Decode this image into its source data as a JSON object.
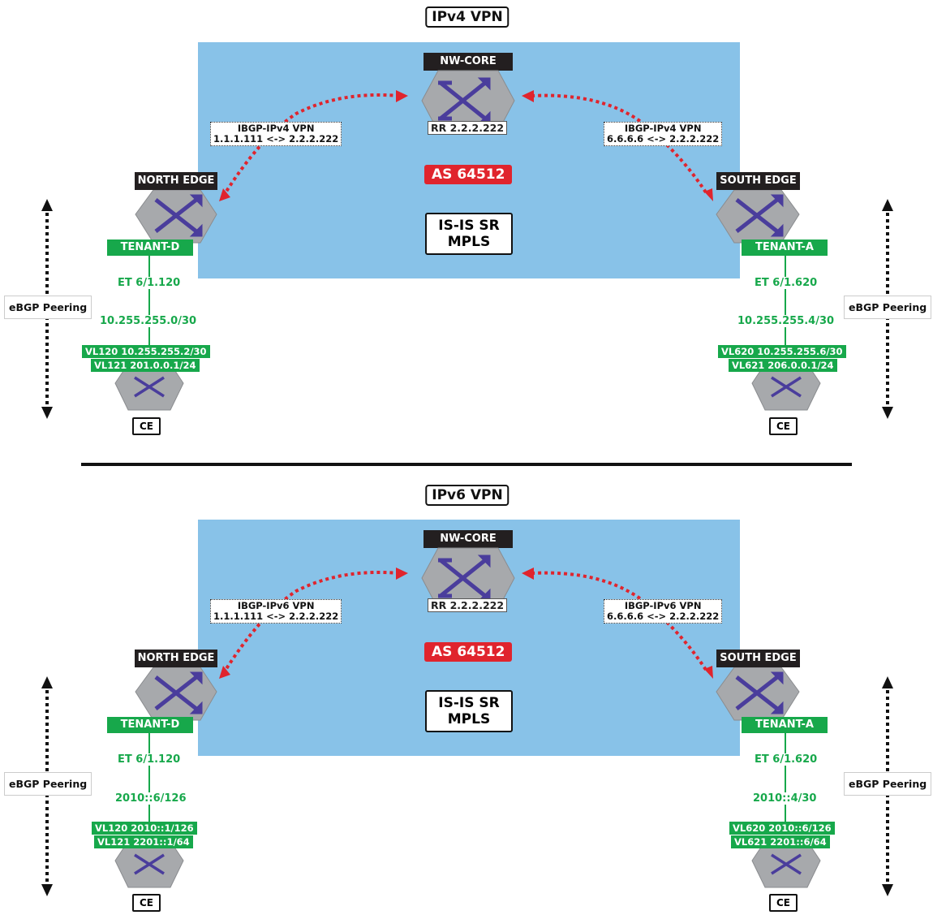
{
  "sections": [
    {
      "title": "IPv4 VPN",
      "core_label": "NW-CORE",
      "rr_label": "RR 2.2.2.222",
      "as_label": "AS 64512",
      "isis_line1": "IS-IS SR",
      "isis_line2": "MPLS",
      "north": {
        "label": "NORTH EDGE",
        "tenant": "TENANT-D",
        "interface": "ET 6/1.120",
        "subnet": "10.255.255.0/30",
        "vlan1": "VL120 10.255.255.2/30",
        "vlan2": "VL121 201.0.0.1/24",
        "ibgp_line1": "IBGP-IPv4 VPN",
        "ibgp_line2": "1.1.1.111 <-> 2.2.2.222",
        "ebgp": "eBGP Peering",
        "ce": "CE"
      },
      "south": {
        "label": "SOUTH EDGE",
        "tenant": "TENANT-A",
        "interface": "ET 6/1.620",
        "subnet": "10.255.255.4/30",
        "vlan1": "VL620 10.255.255.6/30",
        "vlan2": "VL621 206.0.0.1/24",
        "ibgp_line1": "IBGP-IPv4 VPN",
        "ibgp_line2": "6.6.6.6 <-> 2.2.2.222",
        "ebgp": "eBGP Peering",
        "ce": "CE"
      }
    },
    {
      "title": "IPv6 VPN",
      "core_label": "NW-CORE",
      "rr_label": "RR 2.2.2.222",
      "as_label": "AS 64512",
      "isis_line1": "IS-IS SR",
      "isis_line2": "MPLS",
      "north": {
        "label": "NORTH EDGE",
        "tenant": "TENANT-D",
        "interface": "ET 6/1.120",
        "subnet": "2010::6/126",
        "vlan1": "VL120 2010::1/126",
        "vlan2": "VL121 2201::1/64",
        "ibgp_line1": "IBGP-IPv6 VPN",
        "ibgp_line2": "1.1.1.111 <-> 2.2.2.222",
        "ebgp": "eBGP Peering",
        "ce": "CE"
      },
      "south": {
        "label": "SOUTH EDGE",
        "tenant": "TENANT-A",
        "interface": "ET 6/1.620",
        "subnet": "2010::4/30",
        "vlan1": "VL620 2010::6/126",
        "vlan2": "VL621 2201::6/64",
        "ibgp_line1": "IBGP-IPv6 VPN",
        "ibgp_line2": "6.6.6.6 <-> 2.2.2.222",
        "ebgp": "eBGP Peering",
        "ce": "CE"
      }
    }
  ],
  "colors": {
    "cloud": "#88c2e8",
    "tenant_green": "#17a84b",
    "as_red": "#e0242d",
    "session_arrow_red": "#e0242d",
    "router_gray": "#a7a9ac",
    "switch_arrows": "#4a3d9c"
  }
}
